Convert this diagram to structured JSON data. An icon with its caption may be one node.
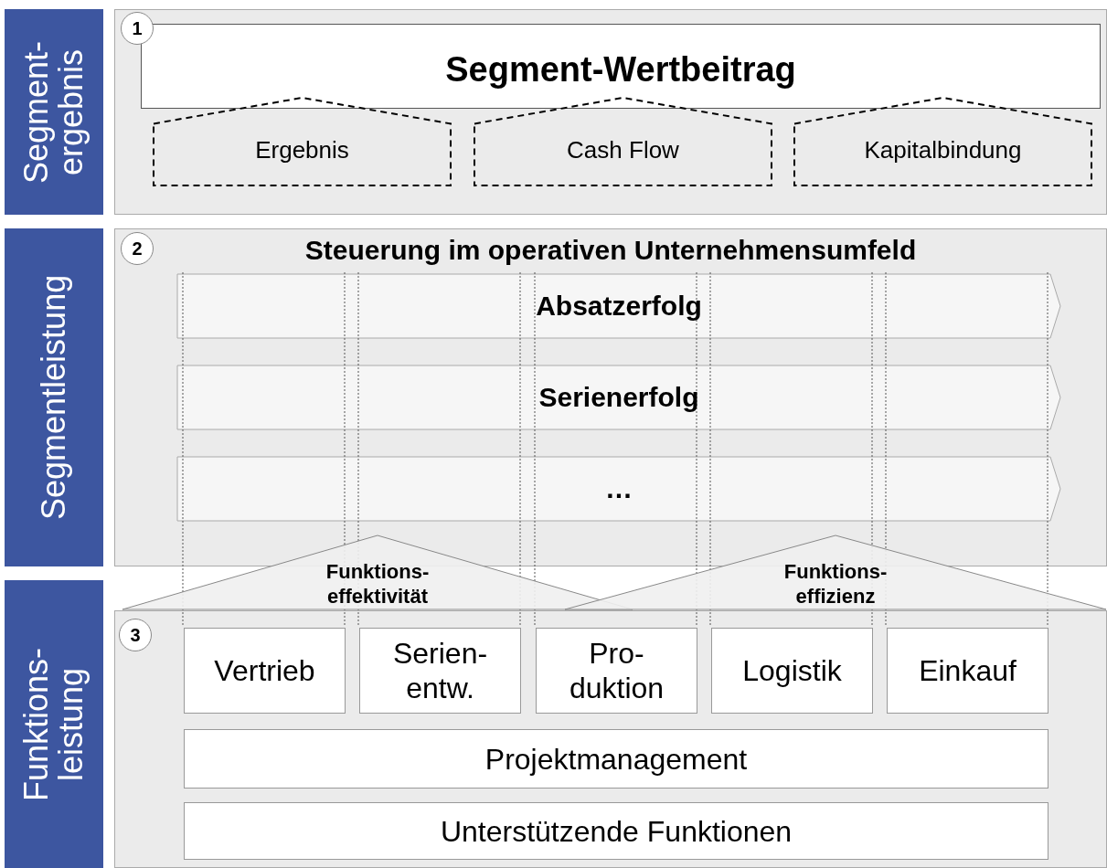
{
  "diagram": {
    "nodes": [
      {
        "text": [
          "Segment- ergebnis"
        ]
      },
      {
        "text": [],
        "shape": "box"
      },
      {
        "text": [
          "1"
        ],
        "in": 1
      },
      {
        "text": [
          "Segment-Wertbeitrag"
        ],
        "in": 1
      },
      {
        "text": [
          "Ergebnis"
        ],
        "in": 1
      },
      {
        "text": [
          "Cash Flow"
        ],
        "in": 1
      },
      {
        "text": [
          "Kapitalbindung"
        ],
        "in": 1
      },
      {
        "text": [
          "Segmentleistung"
        ]
      },
      {
        "text": [
          "Steuerung im operativen Unternehmensumfeld"
        ]
      },
      {
        "text": [
          "2"
        ],
        "in": 8
      },
      {
        "text": [
          "Absatzerfolg"
        ],
        "in": 8
      },
      {
        "text": [
          "Serienerfolg"
        ],
        "in": 8
      },
      {
        "text": [
          "…"
        ],
        "in": 8
      },
      {
        "text": [
          "Funktions- leistung"
        ]
      },
      {
        "text": [],
        "shape": "box"
      },
      {
        "text": [
          "3"
        ],
        "in": 14
      },
      {
        "text": [
          "Funktions- effektivität"
        ]
      },
      {
        "text": [
          "Funktions- effizienz"
        ]
      },
      {
        "text": [
          "Vertrieb"
        ],
        "in": 14
      },
      {
        "text": [
          "Serien- entw."
        ],
        "in": 14
      },
      {
        "text": [
          "Pro- duktion"
        ],
        "in": 14
      },
      {
        "text": [
          "Logistik"
        ],
        "in": 14
      },
      {
        "text": [
          "Einkauf"
        ],
        "in": 14
      },
      {
        "text": [
          "Projektmanagement"
        ],
        "in": 14
      },
      {
        "text": [
          "Unterstützende Funktionen"
        ],
        "in": 14
      }
    ]
  }
}
